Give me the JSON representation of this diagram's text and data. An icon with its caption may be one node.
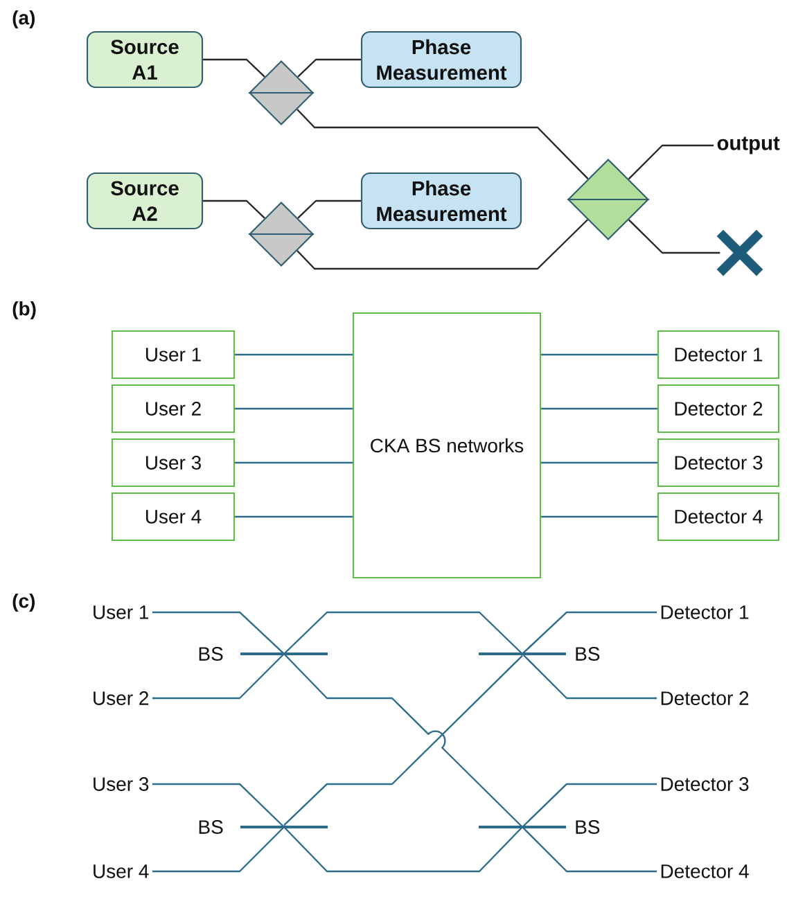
{
  "diagram": {
    "nodes": [
      {
        "text": [
          "Source A1"
        ]
      },
      {
        "text": [
          "Phase Measurement"
        ]
      },
      {
        "text": [],
        "shape": "diamond"
      },
      {
        "text": [
          "Source A2"
        ]
      },
      {
        "text": [
          "Phase Measurement"
        ]
      },
      {
        "text": [],
        "shape": "diamond"
      },
      {
        "text": [],
        "shape": "diamond"
      },
      {
        "text": [
          "output"
        ]
      },
      {
        "text": [],
        "shape": "cross"
      },
      {
        "text": [
          "User 1"
        ]
      },
      {
        "text": [
          "User 2"
        ]
      },
      {
        "text": [
          "User 3"
        ]
      },
      {
        "text": [
          "User 4"
        ]
      },
      {
        "text": [
          "CKA BS networks"
        ]
      },
      {
        "text": [
          "Detector 1"
        ]
      },
      {
        "text": [
          "Detector 2"
        ]
      },
      {
        "text": [
          "Detector 3"
        ]
      },
      {
        "text": [
          "Detector 4"
        ]
      },
      {
        "text": [
          "User 1"
        ]
      },
      {
        "text": [
          "User 2"
        ]
      },
      {
        "text": [
          "User 3"
        ]
      },
      {
        "text": [
          "User 4"
        ]
      },
      {
        "text": [],
        "shape": "bar",
        "beside": [
          "BS"
        ]
      },
      {
        "text": [],
        "shape": "bar",
        "beside": [
          "BS"
        ]
      },
      {
        "text": [],
        "shape": "bar",
        "beside": [
          "BS"
        ]
      },
      {
        "text": [],
        "shape": "bar",
        "beside": [
          "BS"
        ]
      },
      {
        "text": [
          "Detector 1"
        ]
      },
      {
        "text": [
          "Detector 2"
        ]
      },
      {
        "text": [
          "Detector 3"
        ]
      },
      {
        "text": [
          "Detector 4"
        ]
      }
    ],
    "edges": [
      {
        "from": 0,
        "to": 2,
        "arrow": "none",
        "color": "#262626"
      },
      {
        "from": 1,
        "to": 2,
        "arrow": "none",
        "color": "#262626"
      },
      {
        "from": 2,
        "to": 6,
        "arrow": "none",
        "color": "#262626"
      },
      {
        "from": 3,
        "to": 5,
        "arrow": "none",
        "color": "#262626"
      },
      {
        "from": 4,
        "to": 5,
        "arrow": "none",
        "color": "#262626"
      },
      {
        "from": 5,
        "to": 6,
        "arrow": "none",
        "color": "#262626"
      },
      {
        "from": 6,
        "to": 7,
        "arrow": "none",
        "color": "#262626"
      },
      {
        "from": 6,
        "to": 8,
        "arrow": "none",
        "color": "#262626"
      },
      {
        "from": 9,
        "to": 13,
        "arrow": "none"
      },
      {
        "from": 10,
        "to": 13,
        "arrow": "none"
      },
      {
        "from": 11,
        "to": 13,
        "arrow": "none"
      },
      {
        "from": 12,
        "to": 13,
        "arrow": "none"
      },
      {
        "from": 13,
        "to": 14,
        "arrow": "none"
      },
      {
        "from": 13,
        "to": 15,
        "arrow": "none"
      },
      {
        "from": 13,
        "to": 16,
        "arrow": "none"
      },
      {
        "from": 13,
        "to": 17,
        "arrow": "none"
      },
      {
        "from": 18,
        "to": 22,
        "arrow": "none"
      },
      {
        "from": 19,
        "to": 22,
        "arrow": "none"
      },
      {
        "from": 20,
        "to": 23,
        "arrow": "none"
      },
      {
        "from": 21,
        "to": 23,
        "arrow": "none"
      },
      {
        "from": 22,
        "to": 24,
        "arrow": "none"
      },
      {
        "from": 22,
        "to": 25,
        "arrow": "none"
      },
      {
        "from": 23,
        "to": 24,
        "arrow": "none"
      },
      {
        "from": 23,
        "to": 25,
        "arrow": "none"
      },
      {
        "from": 24,
        "to": 26,
        "arrow": "none"
      },
      {
        "from": 24,
        "to": 27,
        "arrow": "none"
      },
      {
        "from": 25,
        "to": 28,
        "arrow": "none"
      },
      {
        "from": 25,
        "to": 29,
        "arrow": "none"
      }
    ],
    "labels": [
      "(a)",
      "(b)",
      "(c)"
    ]
  }
}
